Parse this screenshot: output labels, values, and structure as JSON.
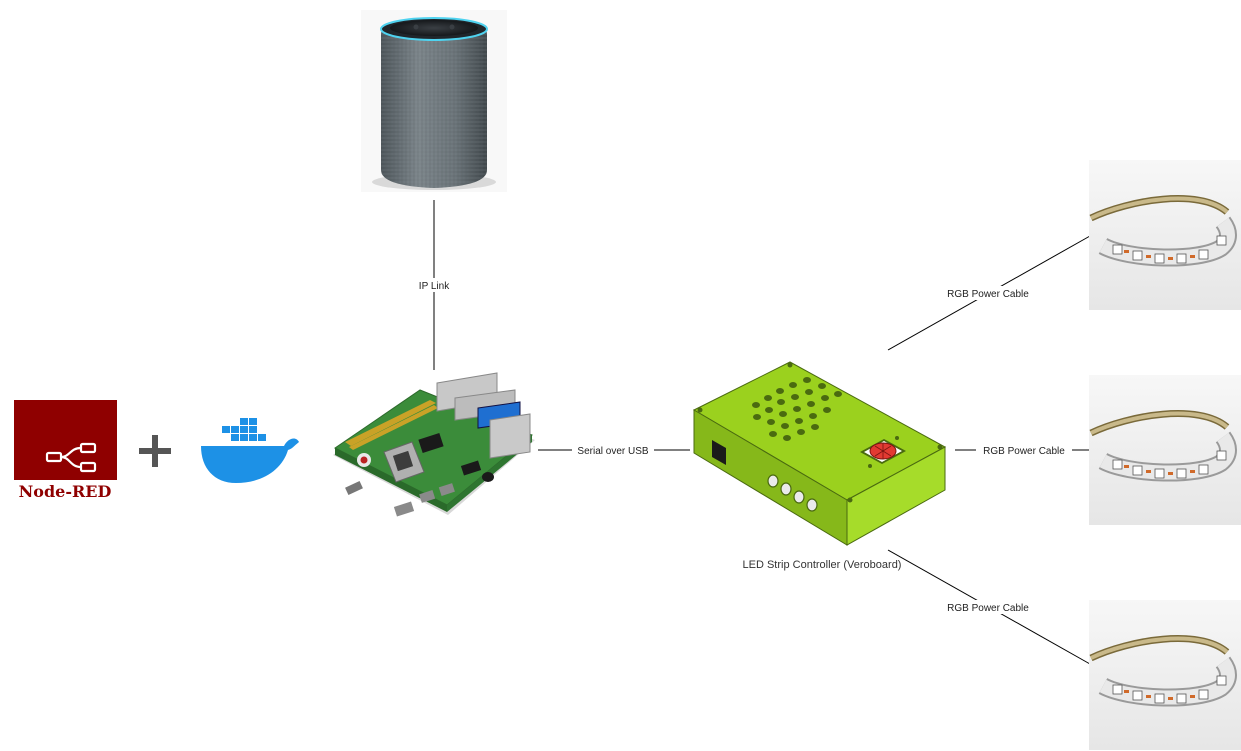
{
  "colors": {
    "node_red": "#8f0000",
    "docker_blue": "#1d91e6",
    "enclosure_green": "#9bd11e",
    "enclosure_edge": "#4a6a10",
    "pcb_green": "#3b8c3a",
    "speaker_fabric": "#6b7378",
    "speaker_ring": "#4fd3f0",
    "edge": "#000000"
  },
  "nodes": {
    "speaker": {
      "name": "smart-speaker-image"
    },
    "node_red": {
      "title": "Node-RED"
    },
    "plus": {
      "glyph": "+"
    },
    "docker": {
      "name": "docker-whale-image"
    },
    "raspberry_pi": {
      "name": "raspberry-pi-board-image"
    },
    "controller": {
      "caption": "LED Strip Controller (Veroboard)"
    },
    "led_strips": [
      {
        "name": "led-strip-top-image"
      },
      {
        "name": "led-strip-middle-image"
      },
      {
        "name": "led-strip-bottom-image"
      }
    ]
  },
  "edges": [
    {
      "from": "speaker",
      "to": "raspberry_pi",
      "label": "IP Link"
    },
    {
      "from": "raspberry_pi",
      "to": "controller",
      "label": "Serial over USB"
    },
    {
      "from": "controller",
      "to": "led_strip_top",
      "label": "RGB Power Cable"
    },
    {
      "from": "controller",
      "to": "led_strip_middle",
      "label": "RGB Power Cable"
    },
    {
      "from": "controller",
      "to": "led_strip_bottom",
      "label": "RGB Power Cable"
    }
  ]
}
